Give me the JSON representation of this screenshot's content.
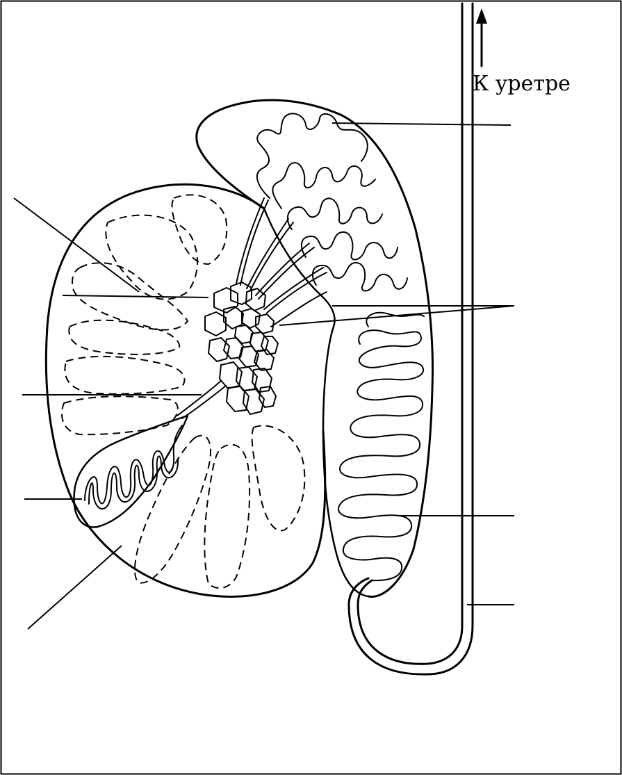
{
  "diagram": {
    "arrow_label": "К уретре",
    "leader_lines": [
      "seminiferous-tubules-leader",
      "rete-testis-leader-upper",
      "rete-testis-leader-lower",
      "tubulus-rectus-leader",
      "capsule-leader",
      "epididymis-head-leader",
      "efferent-ductules-leader",
      "epididymis-body-leader",
      "vas-deferens-leader"
    ],
    "colors": {
      "ink": "#000000",
      "background": "#ffffff"
    }
  }
}
